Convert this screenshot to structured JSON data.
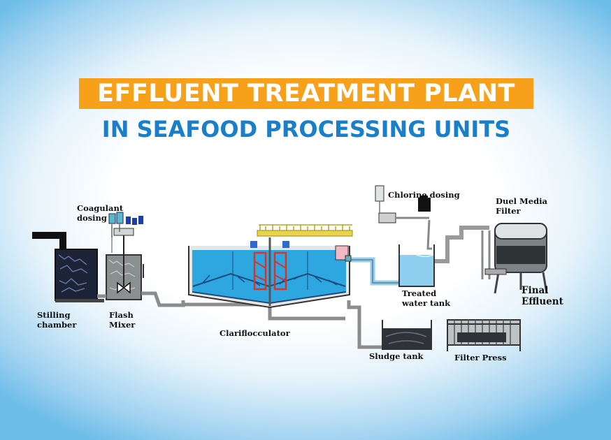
{
  "title": {
    "line1": "EFFLUENT TREATMENT PLANT",
    "line2": "IN SEAFOOD PROCESSING UNITS",
    "line1_bg": "#f7a11a",
    "line2_color": "#1a7fc8"
  },
  "labels": {
    "coagulant": "Coagulant\ndosing",
    "stilling": "Stilling\nchamber",
    "flash": "Flash\nMixer",
    "clarifloc": "Clariflocculator",
    "chlorine": "Chlorine dosing",
    "treated": "Treated\nwater tank",
    "duel": "Duel Media\nFilter",
    "final": "Final\nEffluent",
    "sludge": "Sludge tank",
    "press": "Filter Press"
  },
  "colors": {
    "water": "#2ea6df",
    "water_light": "#8fd0f0",
    "pipe": "#9a9a9a",
    "stirrer": "#d8342a",
    "walkway": "#e9d44a"
  }
}
